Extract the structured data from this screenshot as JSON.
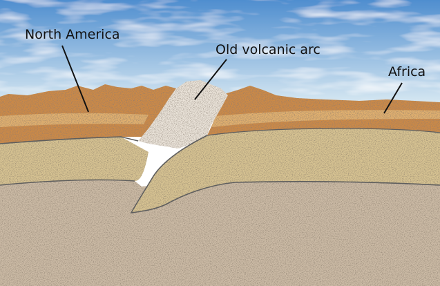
{
  "labels": {
    "north_america": "North America",
    "volcanic_arc": "Old volcanic arc",
    "africa": "Africa"
  },
  "colors": {
    "sky_top": "#4f8ecf",
    "sky_bottom": "#d7e8f2",
    "crust_orange": "#cd8a45",
    "crust_light": "#e6b877",
    "arc_white": "#ebe4da",
    "sediment_tan": "#d8c493",
    "mantle_grey": "#ccbba6",
    "boundary_line": "#5e5e5e",
    "leader_line": "#111111"
  }
}
